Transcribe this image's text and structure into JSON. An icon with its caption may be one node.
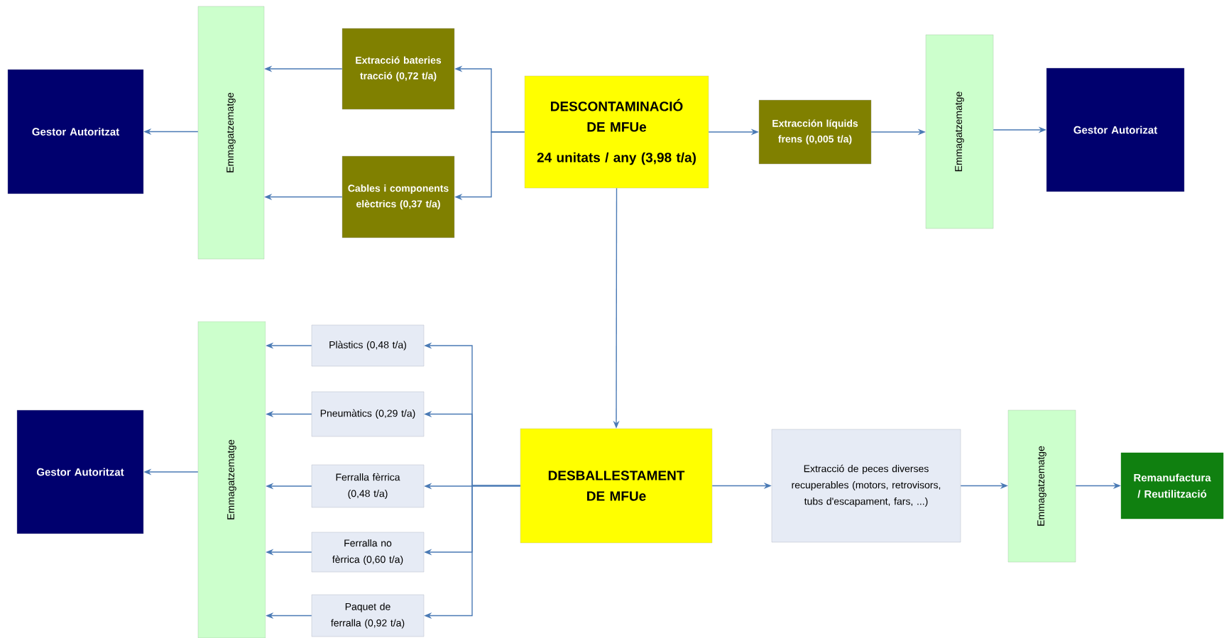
{
  "diagram": {
    "nodes": [
      {
        "text": [
          "Gestor Autoritzat"
        ]
      },
      {
        "text": [
          "Emmagatzematge"
        ]
      },
      {
        "text": [
          "Extracció bateries tracció (0,72 t/a)"
        ]
      },
      {
        "text": [
          "Cables i components elèctrics (0,37 t/a)"
        ]
      },
      {
        "text": [
          "DESCONTAMINACIÓ DE MFUe",
          "24 unitats / any (3,98 t/a)"
        ]
      },
      {
        "text": [
          "Extracción líquids frens (0,005 t/a)"
        ]
      },
      {
        "text": [
          "Emmagatzematge"
        ]
      },
      {
        "text": [
          "Gestor Autorizat"
        ]
      },
      {
        "text": [
          "Emmagatzematge"
        ]
      },
      {
        "text": [
          "Gestor Autoritzat"
        ]
      },
      {
        "text": [
          "Plàstics (0,48 t/a)"
        ]
      },
      {
        "text": [
          "Pneumàtics (0,29 t/a)"
        ]
      },
      {
        "text": [
          "Ferralla fèrrica (0,48 t/a)"
        ]
      },
      {
        "text": [
          "Ferralla no fèrrica (0,60 t/a)"
        ]
      },
      {
        "text": [
          "Paquet de ferralla (0,92 t/a)"
        ]
      },
      {
        "text": [
          "DESBALLESTAMENT DE MFUe"
        ]
      },
      {
        "text": [
          "Extracció de peces diverses recuperables (motors, retrovisors, tubs d'escapament, fars, ...)"
        ]
      },
      {
        "text": [
          "Emmagatzematge"
        ]
      },
      {
        "text": [
          "Remanufactura / Reutilització"
        ]
      }
    ],
    "edges": [
      {
        "from": 4,
        "to": 2,
        "arrow": "to"
      },
      {
        "from": 4,
        "to": 3,
        "arrow": "to"
      },
      {
        "from": 2,
        "to": 1,
        "arrow": "to"
      },
      {
        "from": 3,
        "to": 1,
        "arrow": "to"
      },
      {
        "from": 1,
        "to": 0,
        "arrow": "to"
      },
      {
        "from": 4,
        "to": 5,
        "arrow": "to"
      },
      {
        "from": 5,
        "to": 6,
        "arrow": "to"
      },
      {
        "from": 6,
        "to": 7,
        "arrow": "to"
      },
      {
        "from": 4,
        "to": 15,
        "arrow": "to"
      },
      {
        "from": 15,
        "to": 10,
        "arrow": "to"
      },
      {
        "from": 15,
        "to": 11,
        "arrow": "to"
      },
      {
        "from": 15,
        "to": 12,
        "arrow": "to"
      },
      {
        "from": 15,
        "to": 13,
        "arrow": "to"
      },
      {
        "from": 15,
        "to": 14,
        "arrow": "to"
      },
      {
        "from": 10,
        "to": 8,
        "arrow": "to"
      },
      {
        "from": 11,
        "to": 8,
        "arrow": "to"
      },
      {
        "from": 12,
        "to": 8,
        "arrow": "to"
      },
      {
        "from": 13,
        "to": 8,
        "arrow": "to"
      },
      {
        "from": 14,
        "to": 8,
        "arrow": "to"
      },
      {
        "from": 8,
        "to": 9,
        "arrow": "to"
      },
      {
        "from": 15,
        "to": 16,
        "arrow": "to"
      },
      {
        "from": 16,
        "to": 17,
        "arrow": "to"
      },
      {
        "from": 17,
        "to": 18,
        "arrow": "to"
      }
    ]
  }
}
